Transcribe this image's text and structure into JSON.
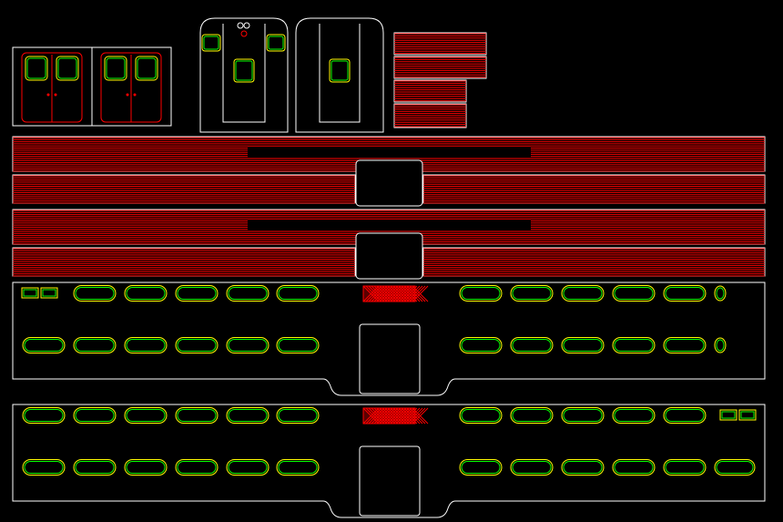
{
  "drawing": {
    "background": "#000000",
    "colors": {
      "outline": "#ffffff",
      "hatch": "#ff0000",
      "window_inner": "#00ff00",
      "window_outer": "#ffff00",
      "door_line": "#ff0000"
    },
    "parts": [
      "door-panels",
      "end-cab-front",
      "end-cab-rear",
      "roof-strip-stack",
      "roof-panel-1",
      "roof-panel-2",
      "side-panel-1",
      "side-panel-2"
    ]
  }
}
